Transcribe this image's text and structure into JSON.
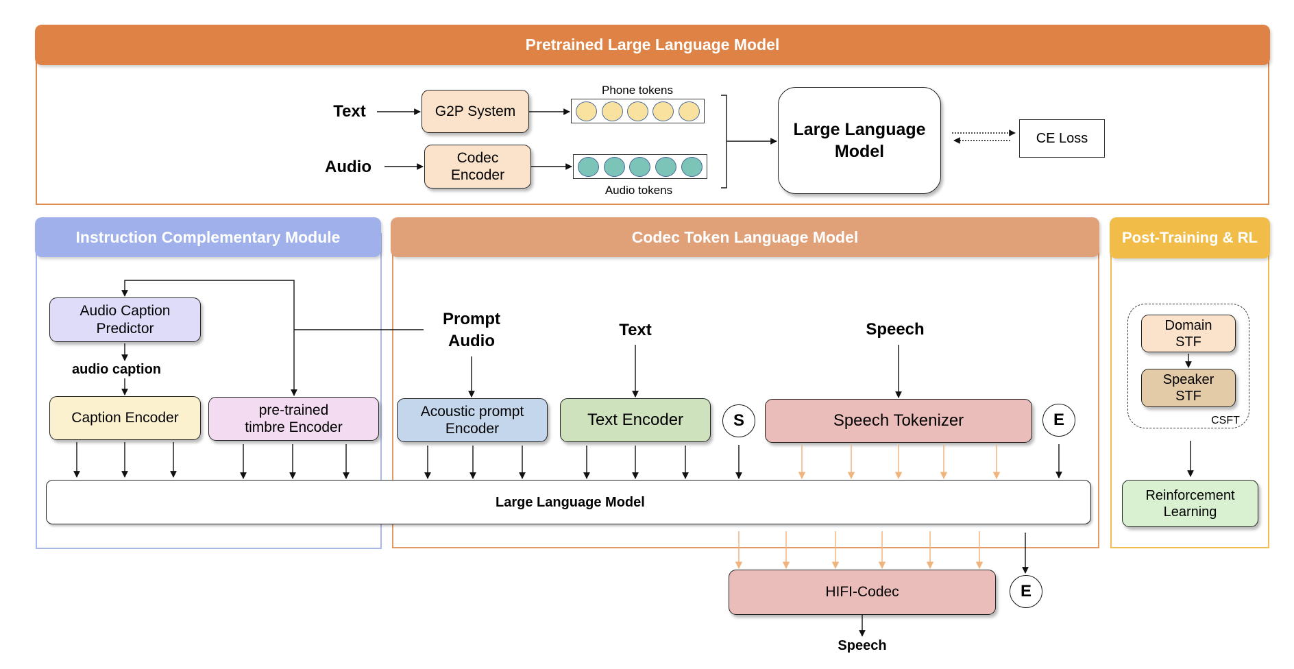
{
  "colors": {
    "pretrained_header": "#DE8345",
    "pretrained_border": "#E08A50",
    "instruction_header": "#9FB0EA",
    "instruction_border": "#A9B8EC",
    "codec_header": "#E0A078",
    "codec_border": "#E39A62",
    "post_header": "#F1BD48",
    "post_border": "#F0BE50",
    "g2p_fill": "#FBE3CB",
    "phone_token_fill": "#F9E1A0",
    "audio_token_fill": "#7DC4B8",
    "audio_caption_predictor_fill": "#DEDCF8",
    "caption_encoder_fill": "#FCF1CF",
    "timbre_encoder_fill": "#F3DCF1",
    "acoustic_prompt_fill": "#C3D6EC",
    "text_encoder_fill": "#CFE2BE",
    "speech_tokenizer_fill": "#EBBDBA",
    "hifi_codec_fill": "#EBBDBA",
    "domain_stf_fill": "#FBE3CB",
    "speaker_stf_fill": "#E3CBA8",
    "rl_fill": "#D9F1D0",
    "orange_arrow": "#F0B47E"
  },
  "pretrained": {
    "title": "Pretrained Large Language Model",
    "text_input": "Text",
    "audio_input": "Audio",
    "g2p": "G2P System",
    "codec_encoder": [
      "Codec",
      "Encoder"
    ],
    "phone_tokens_label": "Phone tokens",
    "audio_tokens_label": "Audio tokens",
    "phone_token_count": 5,
    "audio_token_count": 5,
    "llm": [
      "Large Language",
      "Model"
    ],
    "ce_loss": "CE Loss"
  },
  "instruction": {
    "title": "Instruction Complementary Module",
    "audio_caption_predictor": [
      "Audio Caption",
      "Predictor"
    ],
    "audio_caption_label": "audio caption",
    "caption_encoder": "Caption Encoder",
    "timbre_encoder": [
      "pre-trained",
      "timbre Encoder"
    ]
  },
  "codec": {
    "title": "Codec Token Language Model",
    "prompt_audio": [
      "Prompt",
      "Audio"
    ],
    "text_label": "Text",
    "speech_label": "Speech",
    "acoustic_prompt_encoder": [
      "Acoustic prompt",
      "Encoder"
    ],
    "text_encoder": "Text Encoder",
    "start_token": "S",
    "end_token": "E",
    "speech_tokenizer": "Speech Tokenizer",
    "llm": "Large Language Model",
    "hifi_codec": "HIFI-Codec",
    "end_token_out": "E",
    "speech_output": "Speech"
  },
  "post": {
    "title": "Post-Training & RL",
    "domain_stf": [
      "Domain",
      "STF"
    ],
    "speaker_stf": [
      "Speaker",
      "STF"
    ],
    "csft_label": "CSFT",
    "rl": [
      "Reinforcement",
      "Learning"
    ]
  }
}
